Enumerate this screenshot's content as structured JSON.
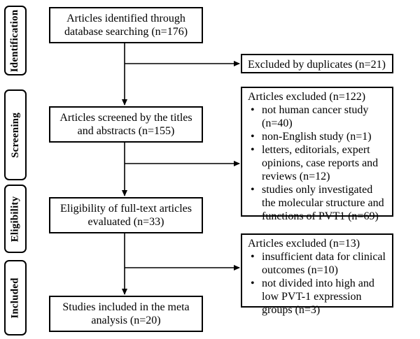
{
  "stages": {
    "identification": "Identification",
    "screening": "Screening",
    "eligibility": "Eligibility",
    "included": "Included"
  },
  "flow": {
    "identified": "Articles identified through database searching (n=176)",
    "screened": "Articles screened by the titles and abstracts (n=155)",
    "eligibility": "Eligibility of full-text articles evaluated (n=33)",
    "included": "Studies included in the meta analysis (n=20)"
  },
  "excluded": {
    "duplicates": "Excluded by duplicates (n=21)",
    "screening": {
      "title": "Articles excluded (n=122)",
      "items": [
        "not human cancer study (n=40)",
        "non-English study (n=1)",
        "letters, editorials, expert opinions, case reports and reviews (n=12)",
        "studies only investigated the molecular structure and functions of PVT1 (n=69)"
      ]
    },
    "eligibility": {
      "title": "Articles excluded (n=13)",
      "items": [
        "insufficient data for clinical outcomes (n=10)",
        "not divided into high and low PVT-1 expression groups (n=3)"
      ]
    }
  },
  "colors": {
    "line": "#000000",
    "background": "#ffffff"
  }
}
